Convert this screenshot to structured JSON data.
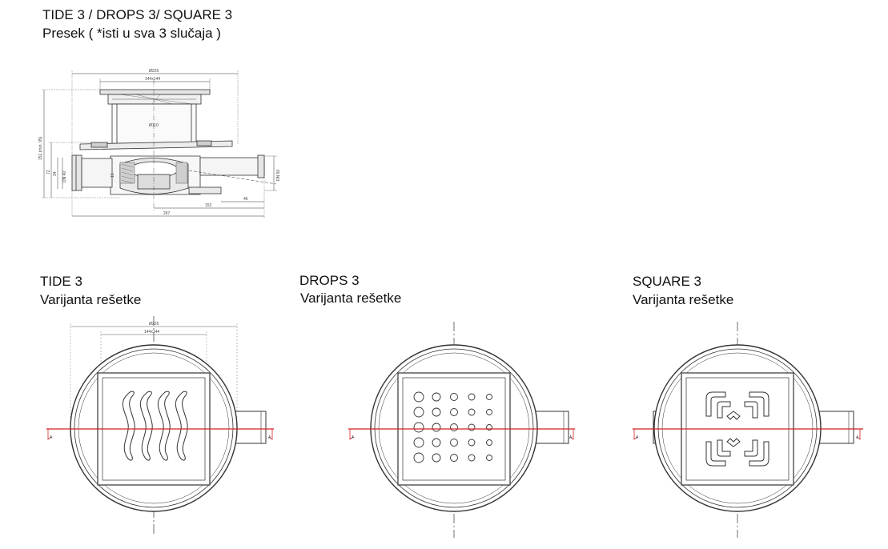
{
  "header": {
    "title": "TIDE 3 / DROPS 3/ SQUARE 3",
    "subtitle": "Presek ( *isti u sva 3 slučaja )"
  },
  "section_drawing": {
    "dims": {
      "d226": "Ø226",
      "s144": "144x144",
      "d110": "Ø110",
      "h151": "151 (min. 95)",
      "h72": "72",
      "h34": "34",
      "dn40": "DN 40",
      "dn50": "DN 50",
      "w46": "46",
      "w152": "152",
      "w267": "267",
      "h15": "15"
    }
  },
  "variants": [
    {
      "name": "TIDE 3",
      "caption": "Varijanta rešetke",
      "dim_d": "Ø226",
      "dim_s": "144x144",
      "pattern": "waves"
    },
    {
      "name": "DROPS 3",
      "caption": "Varijanta rešetke",
      "pattern": "circles"
    },
    {
      "name": "SQUARE 3",
      "caption": "Varijanta rešetke",
      "pattern": "squares"
    }
  ],
  "section_marker": {
    "label": "A",
    "color": "#d42020"
  },
  "colors": {
    "line": "#333333",
    "section_line": "#d42020"
  }
}
